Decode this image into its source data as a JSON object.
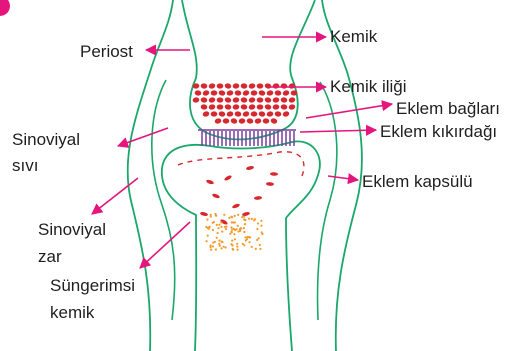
{
  "labels": {
    "periost": "Periost",
    "kemik": "Kemik",
    "kemik_iligi": "Kemik iliği",
    "eklem_baglari": "Eklem bağları",
    "eklem_kikirdagi": "Eklem kıkırdağı",
    "sinoviyal_sivi_line1": "Sinoviyal",
    "sinoviyal_sivi_line2": "sıvı",
    "eklem_kapsulu": "Eklem kapsülü",
    "sinoviyal_zar_line1": "Sinoviyal",
    "sinoviyal_zar_line2": "zar",
    "sungerimsi_kemik_line1": "Süngerimsi",
    "sungerimsi_kemik_line2": "kemik"
  },
  "colors": {
    "outline": "#1aa86a",
    "arrow": "#e5157e",
    "marrow": "#d6282e",
    "cartilage": "#7b3aa0",
    "spongy": "#f39a2b",
    "text": "#1f1f1f"
  }
}
